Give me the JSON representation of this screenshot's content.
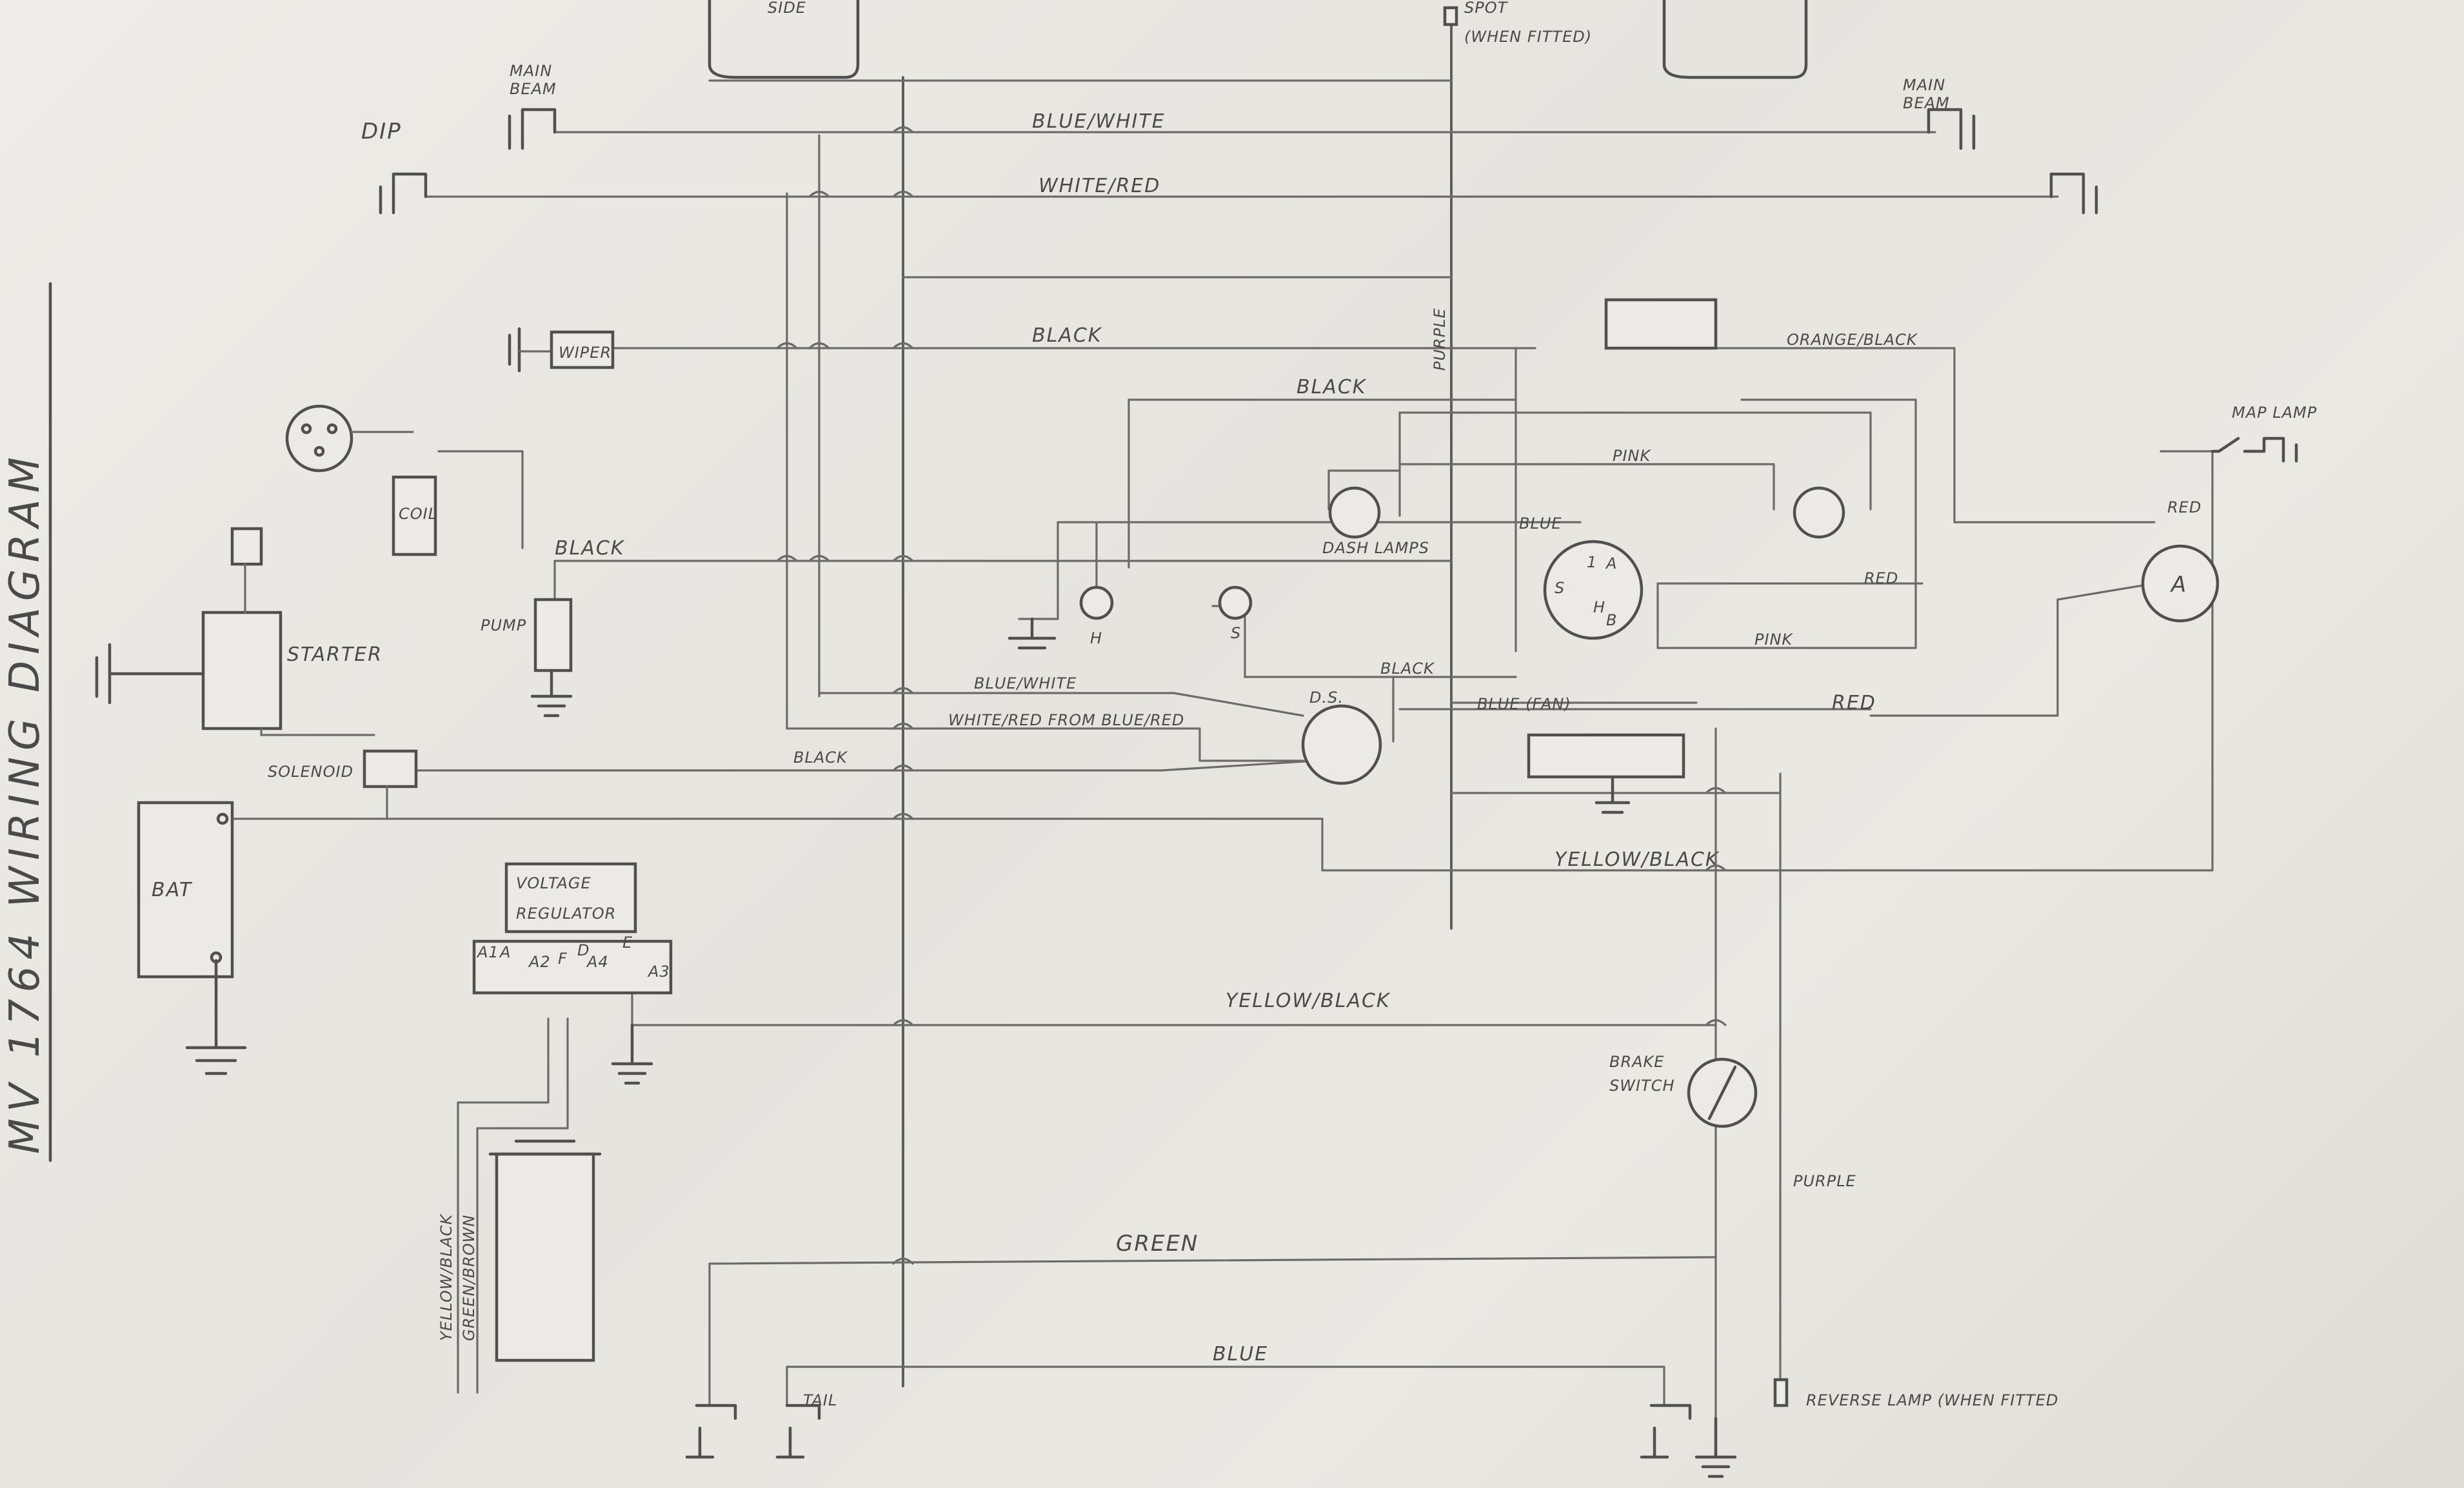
{
  "diagram": {
    "title": "MV 1764   WIRING   DIAGRAM",
    "wire_labels": {
      "blue_white_top": "BLUE/WHITE",
      "white_red_top": "WHITE/RED",
      "black_wiper": "BLACK",
      "purple_vertical": "PURPLE",
      "black_upper": "BLACK",
      "orange_black": "ORANGE/BLACK",
      "pink_upper": "PINK",
      "black_coil": "BLACK",
      "blue_ignition": "BLUE",
      "red_mid": "RED",
      "pink_lower": "PINK",
      "black_ds": "BLACK",
      "blue_white_mid": "BLUE/WHITE",
      "white_red_mid": "WHITE/RED FROM BLUE/RED",
      "red_lower": "RED",
      "black_solenoid": "BLACK",
      "blue_fan": "BLUE (FAN)",
      "yellow_black_upper": "YELLOW/BLACK",
      "yellow_black_lower": "YELLOW/BLACK",
      "purple_reverse": "PURPLE",
      "green": "GREEN",
      "blue_tail": "BLUE",
      "red_right": "RED",
      "yellow_black_gen": "YELLOW/BLACK",
      "green_brown_gen": "GREEN/BROWN"
    },
    "components": {
      "side_lamp": "SIDE",
      "spot": "SPOT",
      "spot_note": "(WHEN FITTED)",
      "main_beam_left_1": "MAIN",
      "main_beam_left_2": "BEAM",
      "main_beam_right_1": "MAIN",
      "main_beam_right_2": "BEAM",
      "dip": "DIP",
      "wiper": "WIPER",
      "coil": "COIL",
      "pump": "PUMP",
      "starter": "STARTER",
      "solenoid": "SOLENOID",
      "battery": "BAT",
      "dash_lamps": "DASH LAMPS",
      "h_switch": "H",
      "s_switch": "S",
      "ds_switch": "D.S.",
      "map_lamp": "MAP LAMP",
      "ammeter": "A",
      "voltage_regulator_1": "VOLTAGE",
      "voltage_regulator_2": "REGULATOR",
      "brake_switch_1": "BRAKE",
      "brake_switch_2": "SWITCH",
      "tail": "TAIL",
      "reverse_lamp": "REVERSE LAMP (WHEN FITTED"
    },
    "terminal_labels": {
      "vr_a1": "A1",
      "vr_a": "A",
      "vr_a2": "A2",
      "vr_f": "F",
      "vr_d": "D",
      "vr_a4": "A4",
      "vr_e": "E",
      "vr_a3": "A3",
      "ign_a": "A",
      "ign_1": "1",
      "ign_s": "S",
      "ign_h": "H",
      "ign_b": "B"
    }
  }
}
